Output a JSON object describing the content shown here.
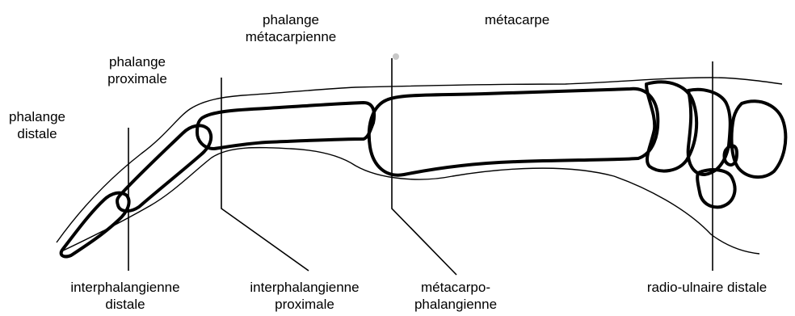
{
  "labels": {
    "phalange_distale": [
      "phalange",
      "distale"
    ],
    "phalange_proximale": [
      "phalange",
      "proximale"
    ],
    "phalange_metacarpienne": [
      "phalange",
      "métacarpienne"
    ],
    "metacarpe": [
      "métacarpe"
    ],
    "interphalangienne_distale": [
      "interphalangienne",
      "distale"
    ],
    "interphalangienne_proximale": [
      "interphalangienne",
      "proximale"
    ],
    "metacarpo_phalangienne": [
      "métacarpo-",
      "phalangienne"
    ],
    "radio_ulnaire_distale": [
      "radio-ulnaire distale"
    ]
  }
}
